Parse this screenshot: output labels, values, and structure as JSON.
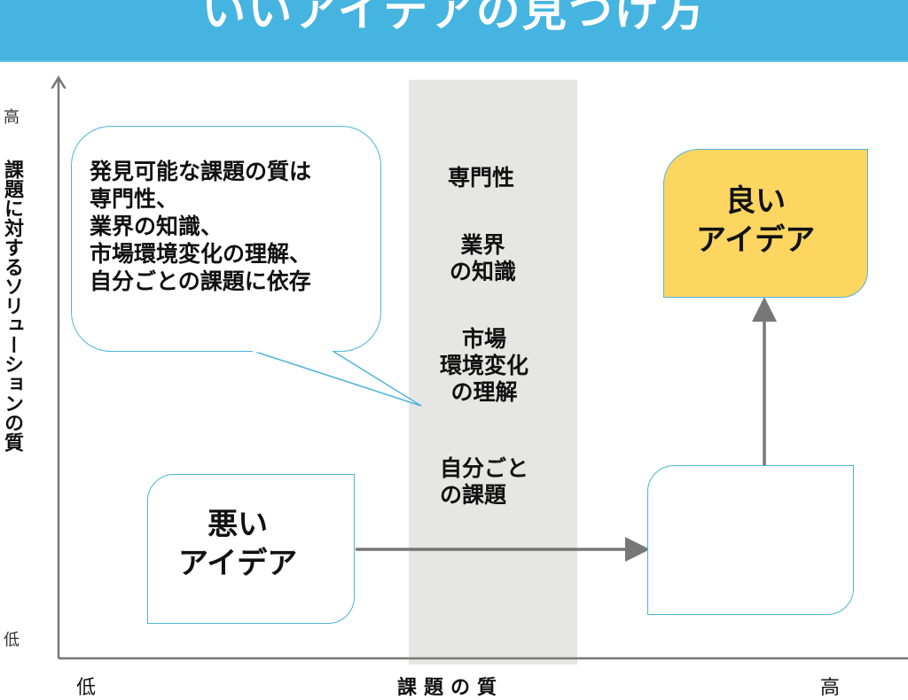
{
  "header": {
    "title": "いいアイデアの見つけ方"
  },
  "y_axis": {
    "high": "高",
    "label": "課題に対するソリューションの質",
    "low": "低"
  },
  "x_axis": {
    "low": "低",
    "label": "課題の質",
    "high": "高"
  },
  "bubble": {
    "lines": [
      "発見可能な課題の質は",
      "専門性、",
      "業界の知識、",
      "市場環境変化の理解、",
      "自分ごとの課題に依存"
    ]
  },
  "band": {
    "items": [
      "専門性",
      "業界\nの知識",
      "市場\n環境変化\nの理解",
      "自分ごと\nの課題"
    ]
  },
  "good_idea": {
    "lines": [
      "良い",
      "アイデア"
    ]
  },
  "bad_idea": {
    "lines": [
      "悪い",
      "アイデア"
    ]
  },
  "colors": {
    "header": "#46b4e0",
    "good": "#fdd662",
    "border": "#4fb3dd",
    "arrow": "#777777"
  }
}
